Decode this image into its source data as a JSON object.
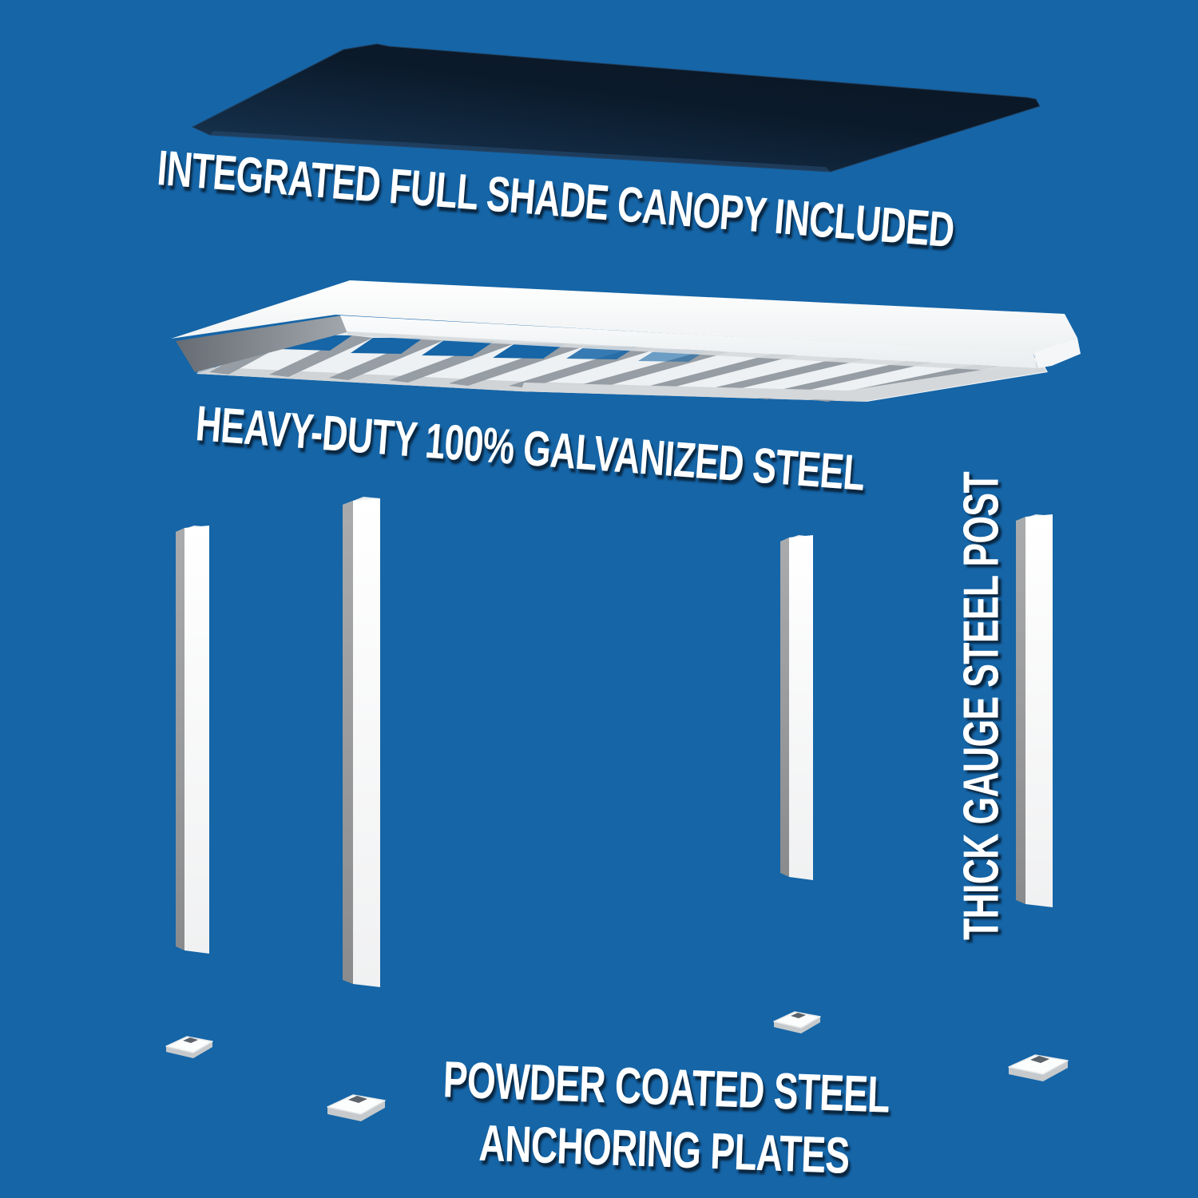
{
  "page": {
    "description": "Exploded product diagram of a steel pergola on a blue background",
    "background_color": "#1565a7"
  },
  "labels": {
    "canopy": "INTEGRATED FULL SHADE CANOPY INCLUDED",
    "frame": "HEAVY-DUTY 100% GALVANIZED STEEL",
    "post": "THICK GAUGE STEEL POST",
    "plates_line1": "POWDER COATED STEEL",
    "plates_line2": "ANCHORING PLATES"
  },
  "colors": {
    "background": "#1565a7",
    "label_text": "#ffffff",
    "label_shadow": "#081b2e",
    "canopy_dark": "#0a1623",
    "canopy_light": "#1d3c5a",
    "steel_white": "#f7f8f9",
    "steel_light_gray": "#d5d8db",
    "steel_gray": "#969da4",
    "steel_dark_gray": "#666c73"
  },
  "graphics": {
    "canopy": "shade-canopy-fabric",
    "roof": "galvanized-steel-roof-frame",
    "posts": [
      "steel-post",
      "steel-post",
      "steel-post",
      "steel-post"
    ],
    "plates": [
      "anchor-plate",
      "anchor-plate",
      "anchor-plate",
      "anchor-plate"
    ]
  }
}
